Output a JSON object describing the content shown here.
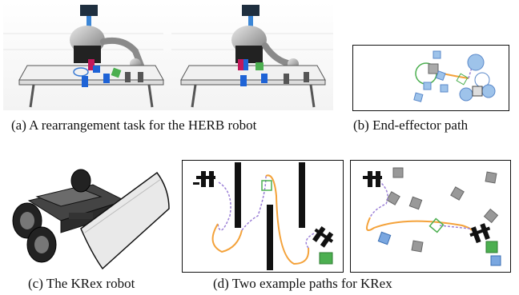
{
  "figure": {
    "panels": [
      {
        "id": "a",
        "caption": "(a) A rearrangement task for the HERB robot"
      },
      {
        "id": "b",
        "caption": "(b) End-effector path"
      },
      {
        "id": "c",
        "caption": "(c) The KRex robot"
      },
      {
        "id": "d",
        "caption": "(d) Two example paths for KRex"
      }
    ]
  },
  "colors": {
    "path_orange": "#f4a23a",
    "path_dashed": "#9b7fd6",
    "box_green": "#4caf50",
    "box_blue": "#5a88c9",
    "box_gray": "#9a9a9a",
    "obstacle_black": "#111111"
  }
}
